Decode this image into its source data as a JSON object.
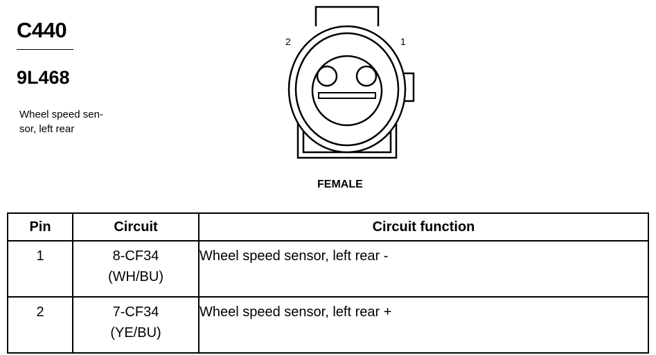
{
  "connector": {
    "id": "C440",
    "part_number": "9L468",
    "description": "Wheel speed sen-sor, left rear",
    "description_lines": [
      "Wheel speed sen-",
      "sor, left rear"
    ],
    "gender": "FEMALE",
    "pin_labels": [
      "2",
      "1"
    ]
  },
  "table": {
    "headers": [
      "Pin",
      "Circuit",
      "Circuit function"
    ],
    "rows": [
      {
        "pin": "1",
        "circuit": "8-CF34",
        "color": "(WH/BU)",
        "function": "Wheel speed sensor, left rear -"
      },
      {
        "pin": "2",
        "circuit": "7-CF34",
        "color": "(YE/BU)",
        "function": "Wheel speed sensor, left rear +"
      }
    ]
  }
}
